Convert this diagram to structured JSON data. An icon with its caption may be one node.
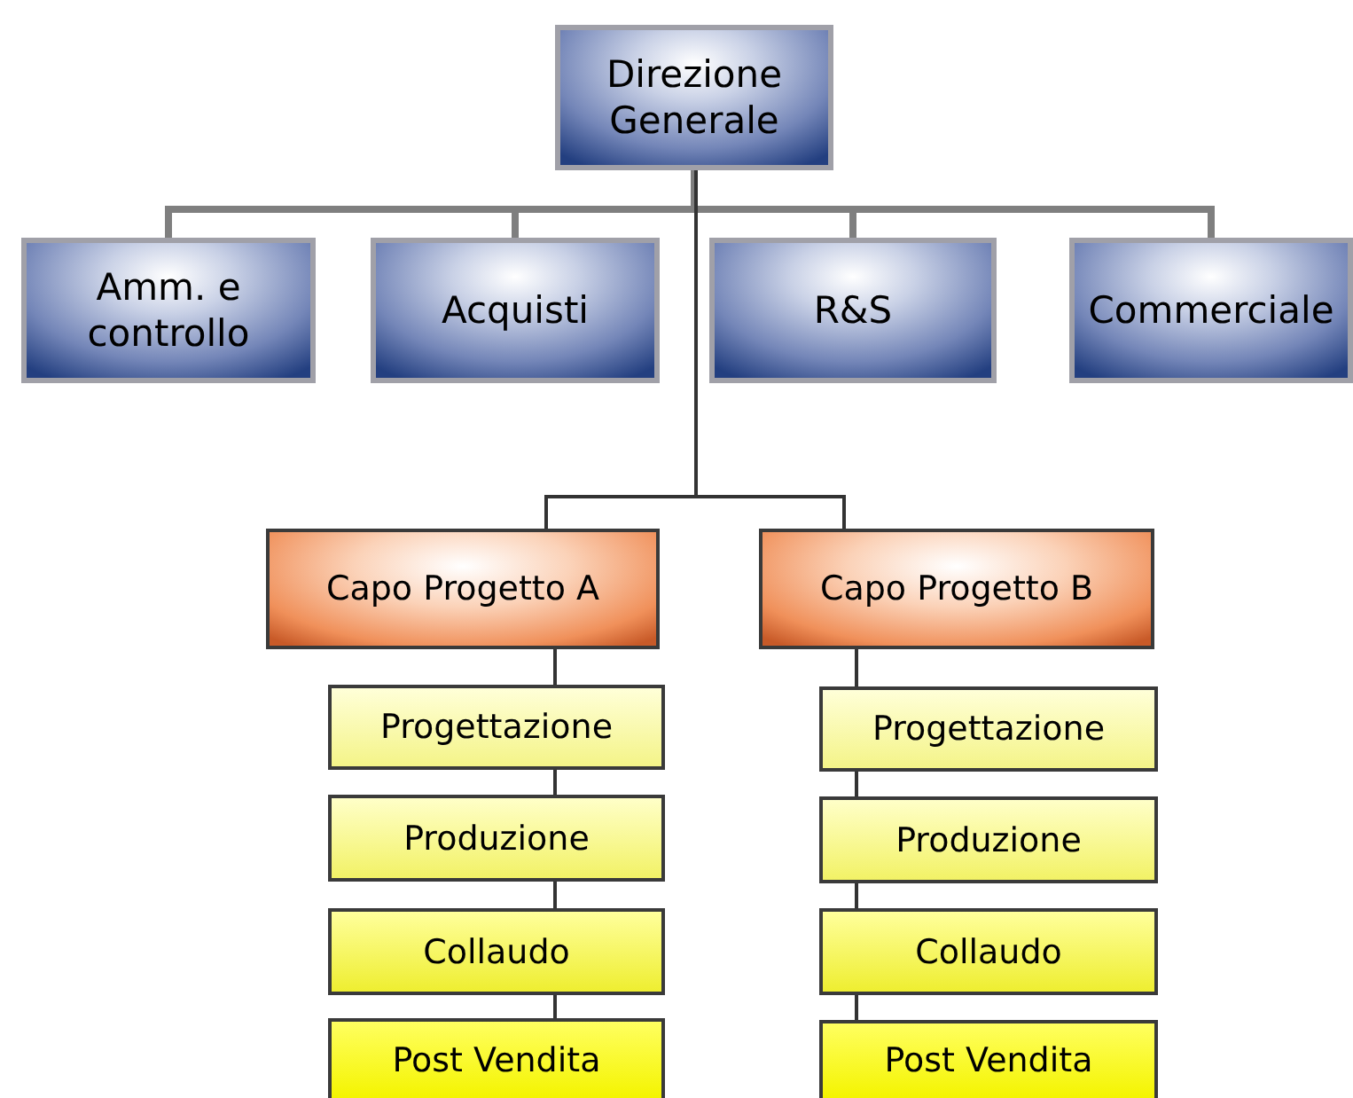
{
  "diagram": {
    "nodes": [
      {
        "text": [
          "Direzione Generale"
        ]
      },
      {
        "text": [
          "Amm. e controllo"
        ]
      },
      {
        "text": [
          "Acquisti"
        ]
      },
      {
        "text": [
          "R&S"
        ]
      },
      {
        "text": [
          "Commerciale"
        ]
      },
      {
        "text": [
          "Capo Progetto A"
        ]
      },
      {
        "text": [
          "Capo Progetto B"
        ]
      },
      {
        "text": [
          "Progettazione"
        ]
      },
      {
        "text": [
          "Produzione"
        ]
      },
      {
        "text": [
          "Collaudo"
        ]
      },
      {
        "text": [
          "Post Vendita"
        ]
      },
      {
        "text": [
          "Progettazione"
        ]
      },
      {
        "text": [
          "Produzione"
        ]
      },
      {
        "text": [
          "Collaudo"
        ]
      },
      {
        "text": [
          "Post Vendita"
        ]
      }
    ],
    "edges": [
      {
        "from": 0,
        "to": 1,
        "arrow": "none",
        "style": "thick",
        "color": "#7f7f7f"
      },
      {
        "from": 0,
        "to": 2,
        "arrow": "none",
        "style": "thick",
        "color": "#7f7f7f"
      },
      {
        "from": 0,
        "to": 3,
        "arrow": "none",
        "style": "thick",
        "color": "#7f7f7f"
      },
      {
        "from": 0,
        "to": 4,
        "arrow": "none",
        "style": "thick",
        "color": "#7f7f7f"
      },
      {
        "from": 0,
        "to": 5,
        "arrow": "none"
      },
      {
        "from": 0,
        "to": 6,
        "arrow": "none"
      },
      {
        "from": 5,
        "to": 7,
        "arrow": "none"
      },
      {
        "from": 7,
        "to": 8,
        "arrow": "none"
      },
      {
        "from": 8,
        "to": 9,
        "arrow": "none"
      },
      {
        "from": 9,
        "to": 10,
        "arrow": "none"
      },
      {
        "from": 6,
        "to": 11,
        "arrow": "none"
      },
      {
        "from": 11,
        "to": 12,
        "arrow": "none"
      },
      {
        "from": 12,
        "to": 13,
        "arrow": "none"
      },
      {
        "from": 13,
        "to": 14,
        "arrow": "none"
      }
    ]
  }
}
